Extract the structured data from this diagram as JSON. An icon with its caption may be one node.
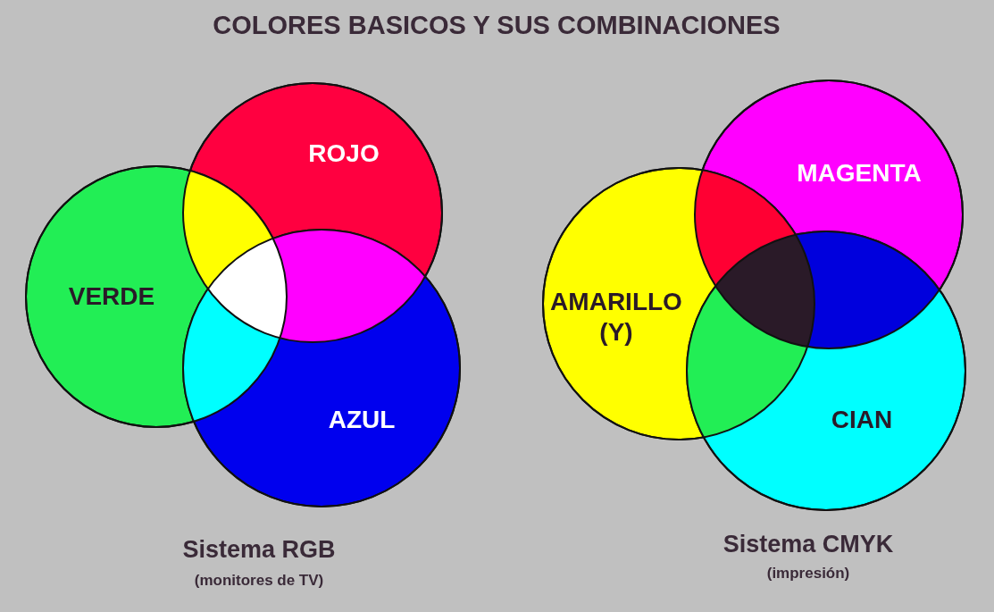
{
  "diagram": {
    "title": "COLORES BASICOS Y SUS COMBINACIONES",
    "nodes": [
      {
        "text": [
          "ROJO"
        ]
      },
      {
        "text": [
          "VERDE"
        ]
      },
      {
        "text": [
          "AZUL"
        ]
      },
      {
        "text": [
          "MAGENTA"
        ]
      },
      {
        "text": [
          "AMARILLO (Y)"
        ]
      },
      {
        "text": [
          "CIAN"
        ]
      }
    ],
    "labels": [
      "Sistema RGB",
      "(monitores de TV)",
      "Sistema CMYK",
      "(impresión)"
    ]
  }
}
